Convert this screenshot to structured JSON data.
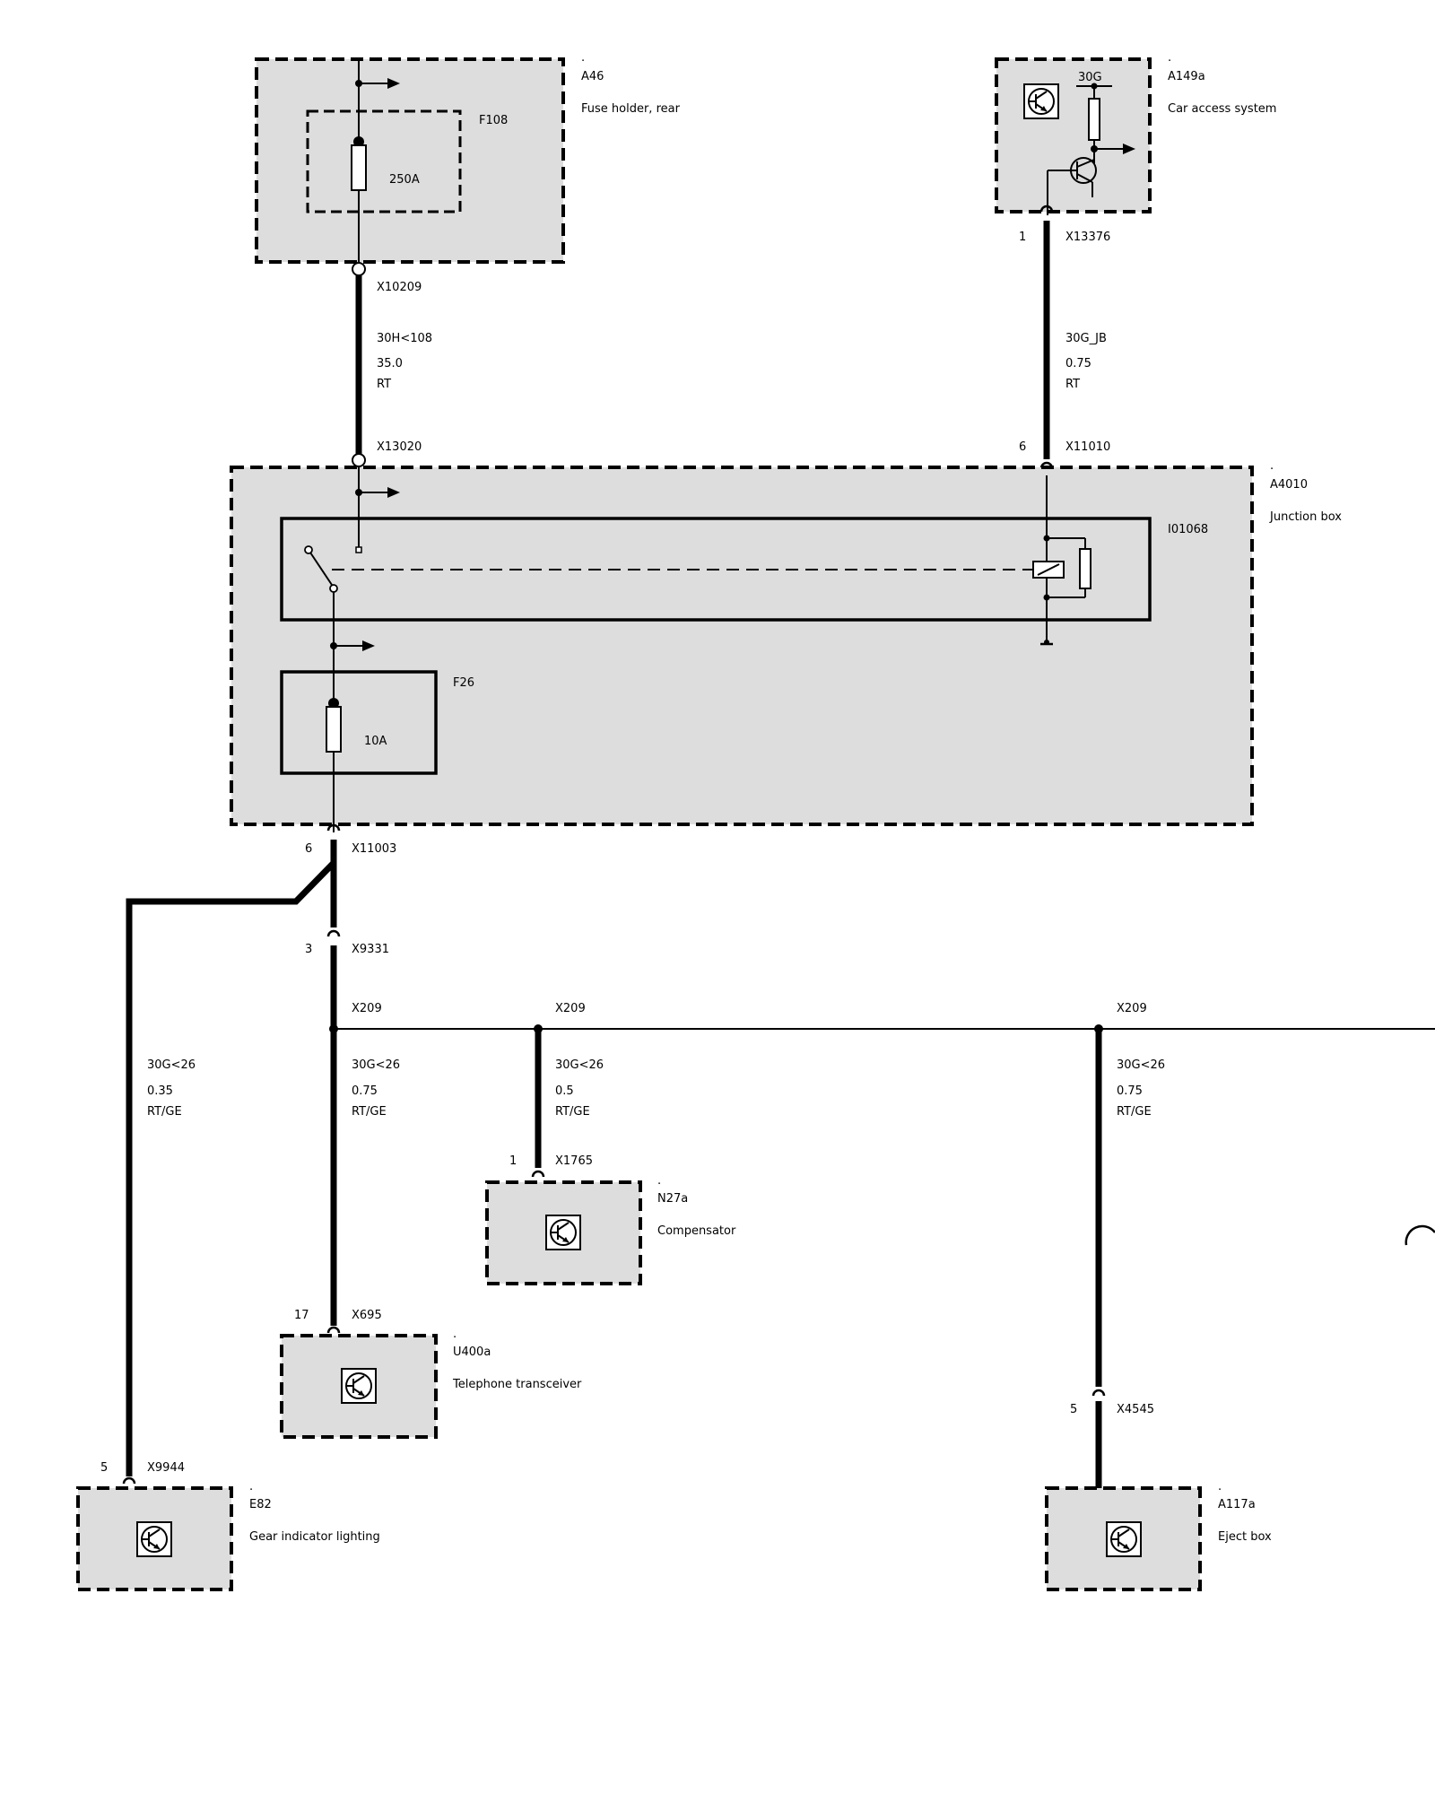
{
  "components": {
    "a46": {
      "dot": ".",
      "id": "A46",
      "desc": "Fuse holder, rear"
    },
    "f108": {
      "id": "F108",
      "rating": "250A"
    },
    "a149a": {
      "dot": ".",
      "id": "A149a",
      "desc": "Car access system",
      "terminal": "30G"
    },
    "a4010": {
      "dot": ".",
      "id": "A4010",
      "desc": "Junction box"
    },
    "i01068": {
      "id": "I01068"
    },
    "f26": {
      "id": "F26",
      "rating": "10A"
    },
    "n27a": {
      "dot": ".",
      "id": "N27a",
      "desc": "Compensator"
    },
    "u400a": {
      "dot": ".",
      "id": "U400a",
      "desc": "Telephone transceiver"
    },
    "e82": {
      "dot": ".",
      "id": "E82",
      "desc": "Gear indicator lighting"
    },
    "a117a": {
      "dot": ".",
      "id": "A117a",
      "desc": "Eject box"
    }
  },
  "connectors": {
    "x10209": {
      "id": "X10209"
    },
    "x13020": {
      "id": "X13020"
    },
    "x13376": {
      "id": "X13376",
      "pin": "1"
    },
    "x11010": {
      "id": "X11010",
      "pin": "6"
    },
    "x11003": {
      "id": "X11003",
      "pin": "6"
    },
    "x9331": {
      "id": "X9331",
      "pin": "3"
    },
    "x209_a": {
      "id": "X209"
    },
    "x209_b": {
      "id": "X209"
    },
    "x209_c": {
      "id": "X209"
    },
    "x1765": {
      "id": "X1765",
      "pin": "1"
    },
    "x695": {
      "id": "X695",
      "pin": "17"
    },
    "x9944": {
      "id": "X9944",
      "pin": "5"
    },
    "x4545": {
      "id": "X4545",
      "pin": "5"
    }
  },
  "wires": {
    "w_a46": {
      "signal": "30H<108",
      "size": "35.0",
      "color": "RT"
    },
    "w_a149a": {
      "signal": "30G_JB",
      "size": "0.75",
      "color": "RT"
    },
    "w_e82": {
      "signal": "30G<26",
      "size": "0.35",
      "color": "RT/GE"
    },
    "w_u400a": {
      "signal": "30G<26",
      "size": "0.75",
      "color": "RT/GE"
    },
    "w_n27a": {
      "signal": "30G<26",
      "size": "0.5",
      "color": "RT/GE"
    },
    "w_a117a": {
      "signal": "30G<26",
      "size": "0.75",
      "color": "RT/GE"
    }
  },
  "colors": {
    "box_fill": "#dddddd",
    "line": "#000000"
  },
  "icons": {
    "module": "transistor-module-icon",
    "fuse": "fuse-icon",
    "relay": "relay-icon",
    "arrow": "arrow-right-icon"
  }
}
